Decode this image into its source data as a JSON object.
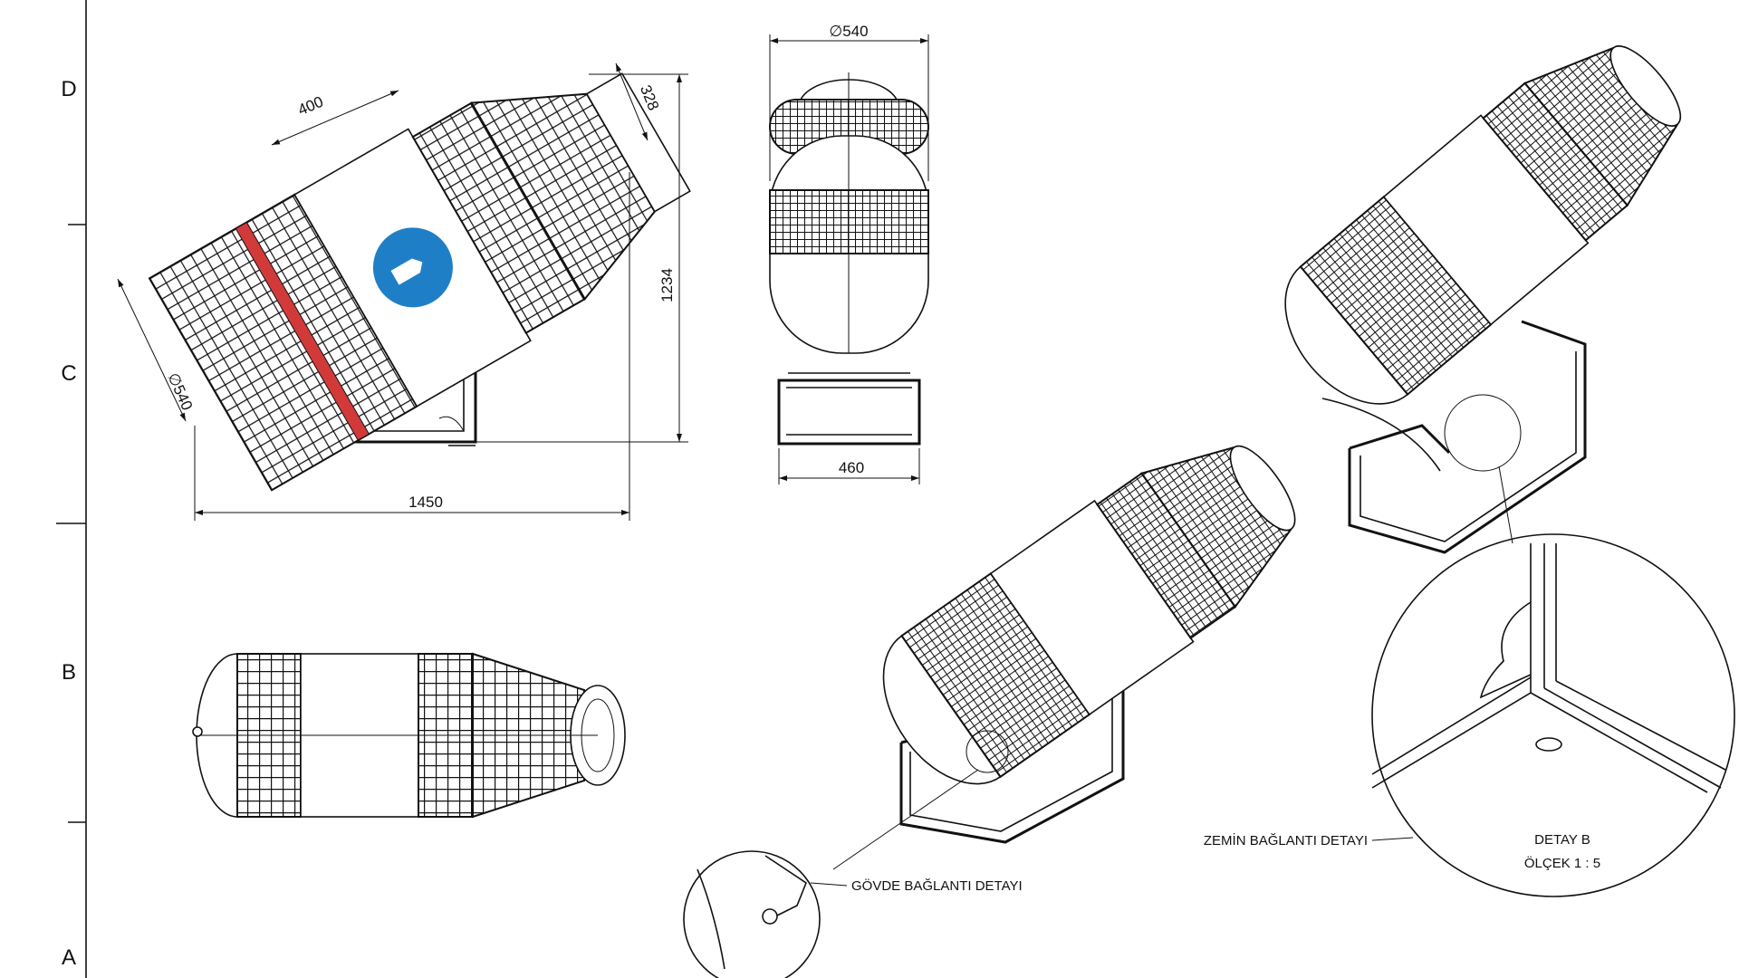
{
  "zones": [
    "D",
    "C",
    "B",
    "A"
  ],
  "dimensions": {
    "side_top_width": "400",
    "side_mouth_height": "328",
    "side_diameter": "540",
    "side_total_height": "1234",
    "side_total_length": "1450",
    "front_diameter": "540",
    "front_base_width": "460"
  },
  "diameter_symbol": "∅",
  "notes": {
    "body_connection": "GÖVDE BAĞLANTI DETAYI",
    "floor_connection": "ZEMİN BAĞLANTI DETAYI",
    "detail_title": "DETAY B",
    "detail_scale": "ÖLÇEK 1 : 5"
  },
  "colors": {
    "line": "#111111",
    "badge_blue": "#1f7fc6",
    "stripe_red": "#d23a3a"
  }
}
